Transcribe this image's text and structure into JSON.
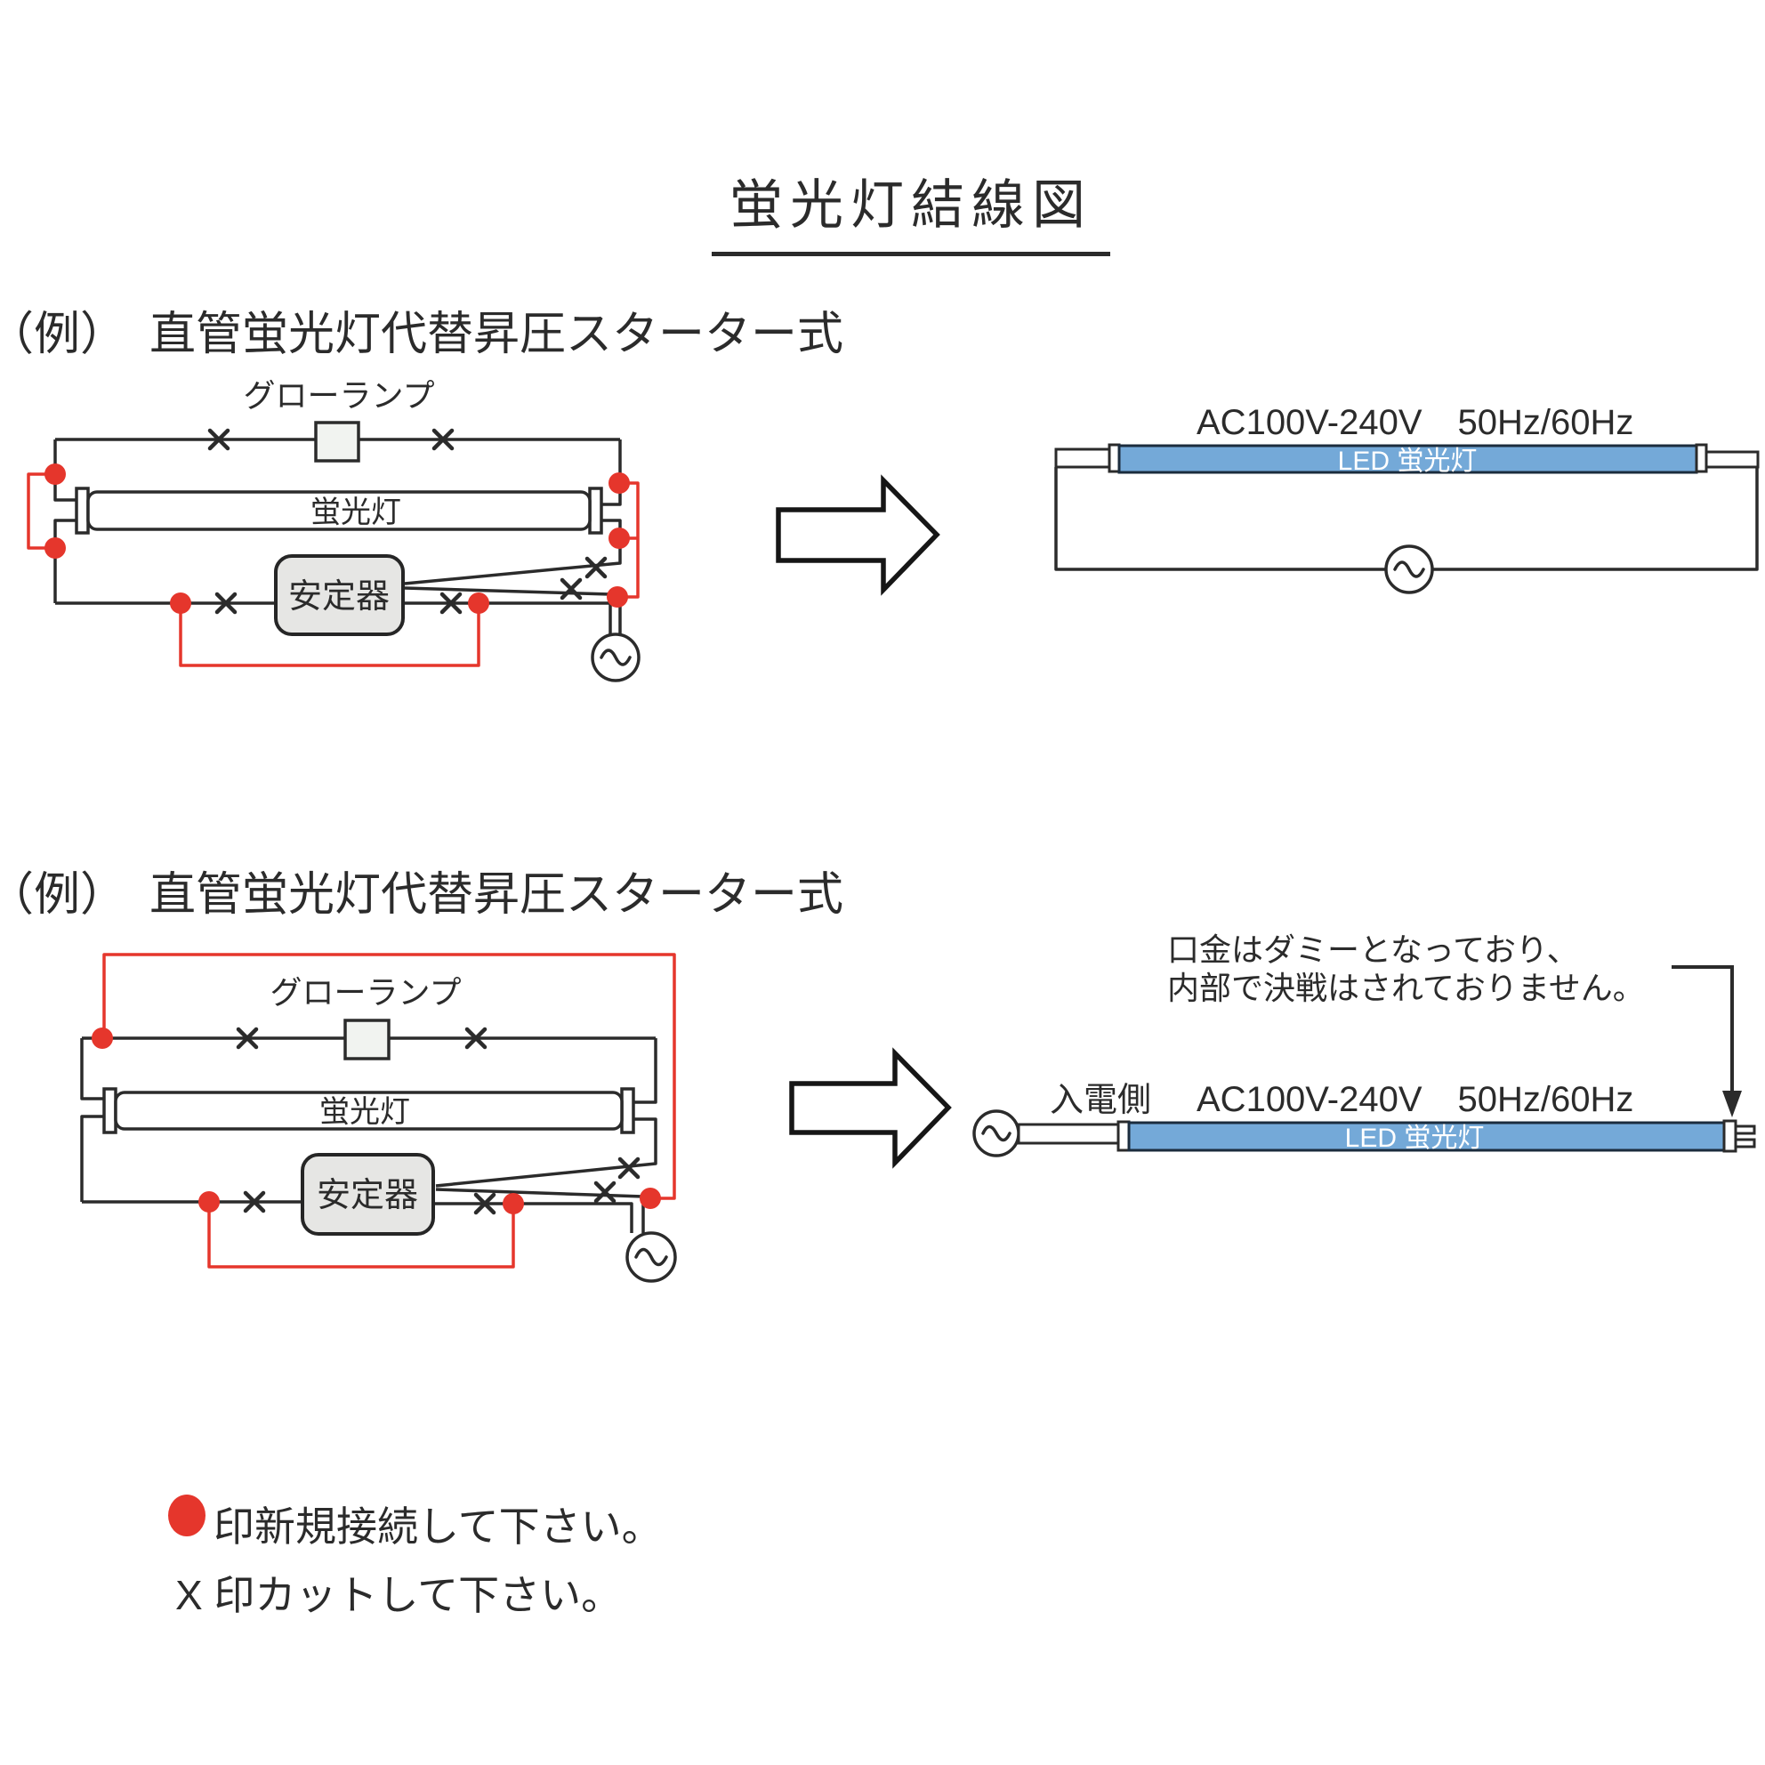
{
  "colors": {
    "wire": "#2b2b2b",
    "red": "#e5362c",
    "blue": "#74a9d8",
    "gray": "#e6e6e4"
  },
  "title": "蛍光灯結線図",
  "example1": {
    "label": "（例）　直管蛍光灯代替昇圧スターター式",
    "glow_lamp_label": "グローランプ",
    "fluorescent_label": "蛍光灯",
    "ballast_label": "安定器",
    "led": {
      "spec": "AC100V-240V　50Hz/60Hz",
      "tube_label": "LED 蛍光灯"
    }
  },
  "example2": {
    "label": "（例）　直管蛍光灯代替昇圧スターター式",
    "glow_lamp_label": "グローランプ",
    "fluorescent_label": "蛍光灯",
    "ballast_label": "安定器",
    "note_line1": "口金はダミーとなっており、",
    "note_line2": "内部で決戦はされておりません。",
    "input_side_label": "入電側",
    "led": {
      "spec": "AC100V-240V　50Hz/60Hz",
      "tube_label": "LED 蛍光灯"
    }
  },
  "legend": {
    "new_connection": "印新規接続して下さい。",
    "cut": "X 印カットして下さい。"
  }
}
